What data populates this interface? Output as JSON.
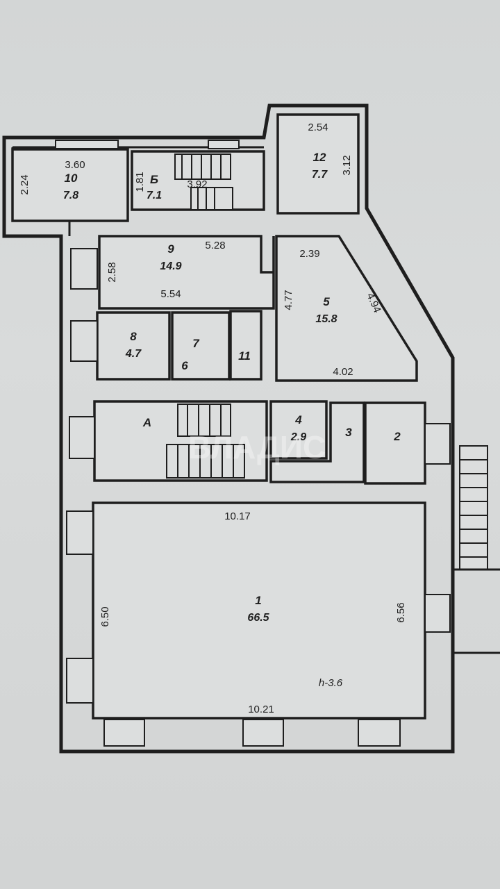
{
  "plan": {
    "rooms": [
      {
        "id": "1",
        "number": "1",
        "area": "66.5"
      },
      {
        "id": "2",
        "number": "2",
        "area": ""
      },
      {
        "id": "3",
        "number": "3",
        "area": ""
      },
      {
        "id": "4",
        "number": "4",
        "area": "2.9"
      },
      {
        "id": "5",
        "number": "5",
        "area": "15.8"
      },
      {
        "id": "6",
        "number": "6",
        "area": ""
      },
      {
        "id": "7",
        "number": "7",
        "area": ""
      },
      {
        "id": "8",
        "number": "8",
        "area": "4.7"
      },
      {
        "id": "9",
        "number": "9",
        "area": "14.9"
      },
      {
        "id": "10",
        "number": "10",
        "area": "7.8"
      },
      {
        "id": "11",
        "number": "11",
        "area": ""
      },
      {
        "id": "12",
        "number": "12",
        "area": "7.7"
      },
      {
        "id": "A",
        "number": "А",
        "area": ""
      },
      {
        "id": "B",
        "number": "Б",
        "area": "7.1"
      }
    ],
    "dimensions": {
      "r10_width": "3.60",
      "r10_height": "2.24",
      "rB_width": "3.92",
      "rB_height": "1.81",
      "r12_width": "2.54",
      "r12_height": "3.12",
      "r9_width_top": "5.28",
      "r9_width_bottom": "5.54",
      "r9_height": "2.58",
      "r5_width_top": "2.39",
      "r5_height": "4.77",
      "r5_diag": "4.94",
      "r5_width_bottom": "4.02",
      "r1_width_top": "10.17",
      "r1_width_bottom": "10.21",
      "r1_height_left": "6.50",
      "r1_height_right": "6.56",
      "ceiling_height": "h-3.6"
    },
    "watermark": "ВЛАДИС"
  }
}
